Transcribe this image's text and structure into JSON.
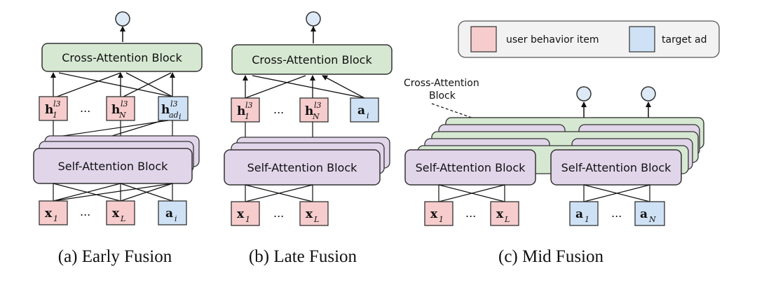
{
  "colors": {
    "cross_attention_fill": "#d6e8d2",
    "self_attention_fill": "#e1d5ea",
    "user_item_fill": "#f6cccc",
    "target_ad_fill": "#cfe2f5",
    "output_fill": "#dde9f6"
  },
  "legend": {
    "user_item": "user behavior item",
    "target_ad": "target ad"
  },
  "blocks": {
    "cross": "Cross-Attention Block",
    "self": "Self-Attention Block",
    "cross_label_line1": "Cross-Attention",
    "cross_label_line2": "Block"
  },
  "math": {
    "h": "h",
    "x": "x",
    "a": "a",
    "sub_1": "1",
    "sub_N": "N",
    "sub_L": "L",
    "sub_i": "i",
    "sub_ad": "ad",
    "sup_l3": "l3",
    "ellipsis": "..."
  },
  "captions": {
    "a": "(a) Early Fusion",
    "b": "(b) Late Fusion",
    "c": "(c) Mid Fusion"
  }
}
